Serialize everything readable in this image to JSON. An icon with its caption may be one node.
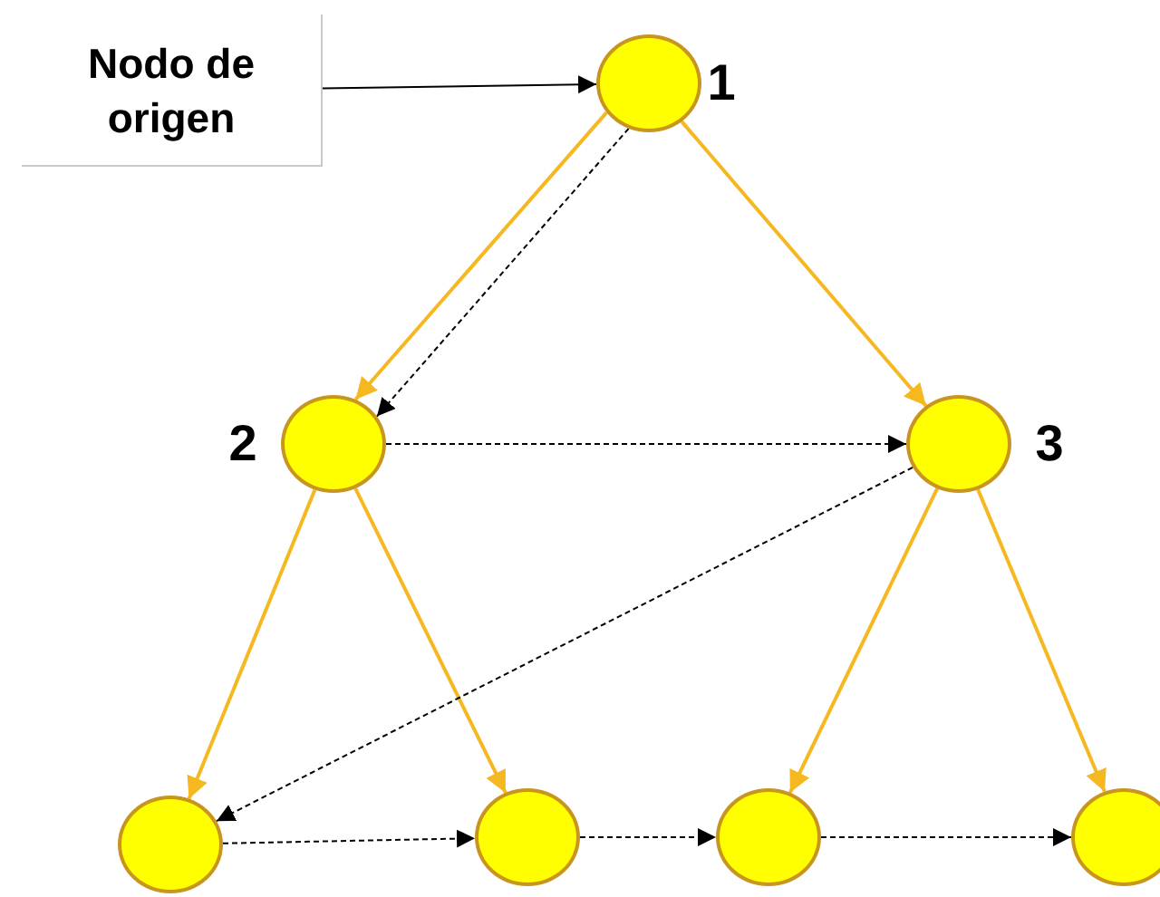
{
  "diagram": {
    "nodes": [
      {
        "text": [
          "Nodo de origen"
        ]
      },
      {
        "text": [],
        "shape": "circle",
        "beside": [
          "1"
        ]
      },
      {
        "text": [],
        "shape": "circle",
        "beside": [
          "2"
        ]
      },
      {
        "text": [],
        "shape": "circle",
        "beside": [
          "3"
        ]
      },
      {
        "text": [],
        "shape": "circle"
      },
      {
        "text": [],
        "shape": "circle"
      },
      {
        "text": [],
        "shape": "circle"
      },
      {
        "text": [],
        "shape": "circle"
      }
    ],
    "edges": [
      {
        "from": 0,
        "to": 1,
        "arrow": "to"
      },
      {
        "from": 1,
        "to": 2,
        "arrow": "to",
        "color": "#f5b820"
      },
      {
        "from": 1,
        "to": 2,
        "arrow": "to",
        "style": "dashed"
      },
      {
        "from": 1,
        "to": 3,
        "arrow": "to",
        "color": "#f5b820"
      },
      {
        "from": 2,
        "to": 3,
        "arrow": "to",
        "style": "dashed"
      },
      {
        "from": 2,
        "to": 4,
        "arrow": "to",
        "color": "#f5b820"
      },
      {
        "from": 2,
        "to": 5,
        "arrow": "to",
        "color": "#f5b820"
      },
      {
        "from": 3,
        "to": 4,
        "arrow": "to",
        "style": "dashed"
      },
      {
        "from": 3,
        "to": 6,
        "arrow": "to",
        "color": "#f5b820"
      },
      {
        "from": 3,
        "to": 7,
        "arrow": "to",
        "color": "#f5b820"
      },
      {
        "from": 4,
        "to": 5,
        "arrow": "to",
        "style": "dashed"
      },
      {
        "from": 5,
        "to": 6,
        "arrow": "to",
        "style": "dashed"
      },
      {
        "from": 6,
        "to": 7,
        "arrow": "to",
        "style": "dashed"
      }
    ]
  }
}
